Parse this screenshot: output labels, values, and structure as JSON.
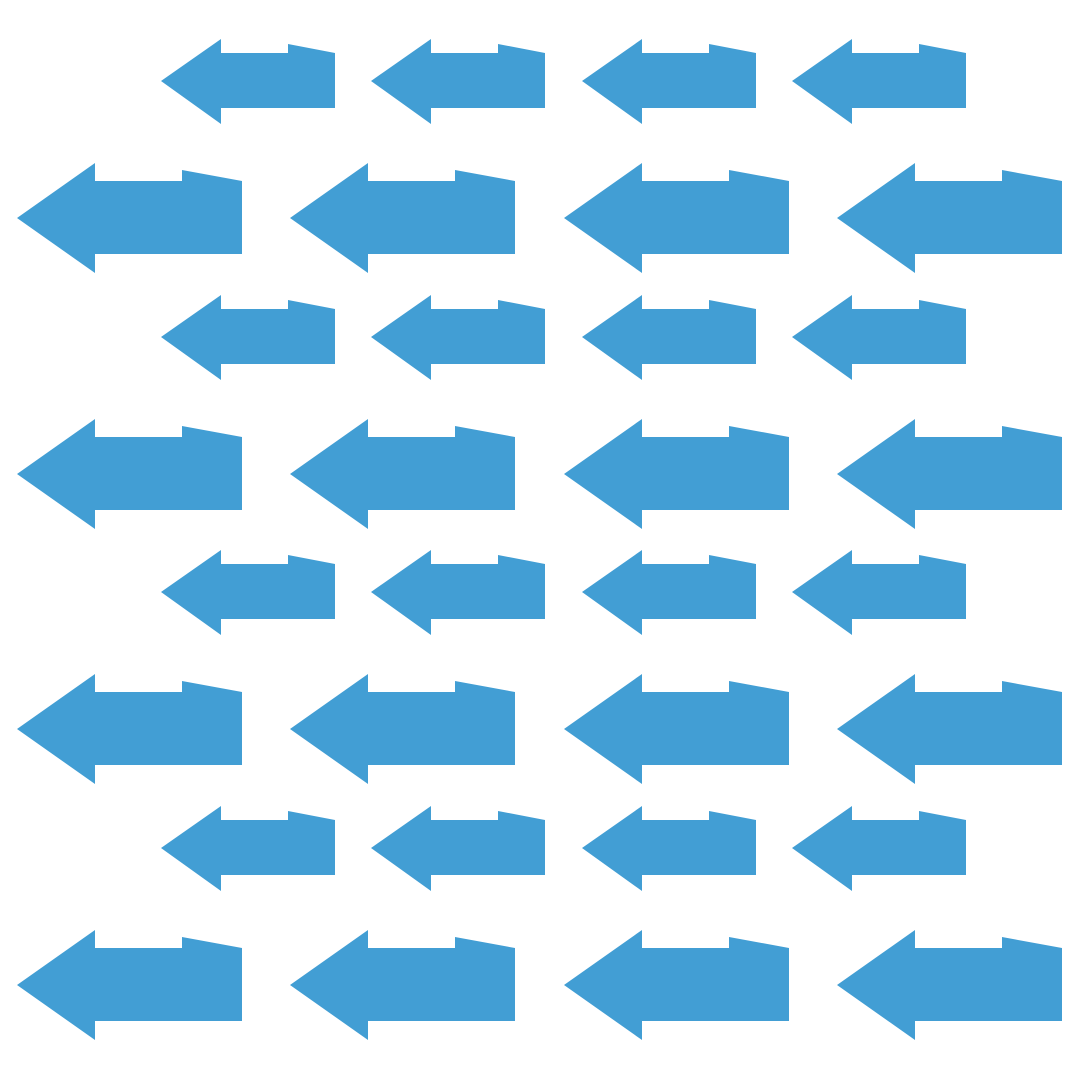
{
  "pattern": {
    "arrow_color": "#429ed4",
    "background_color": "#ffffff",
    "arrow_direction": "left",
    "rows": [
      {
        "size": "small",
        "count": 4
      },
      {
        "size": "large",
        "count": 4
      },
      {
        "size": "small",
        "count": 4
      },
      {
        "size": "large",
        "count": 4
      },
      {
        "size": "small",
        "count": 4
      },
      {
        "size": "large",
        "count": 4
      },
      {
        "size": "small",
        "count": 4
      },
      {
        "size": "large",
        "count": 4
      }
    ]
  }
}
